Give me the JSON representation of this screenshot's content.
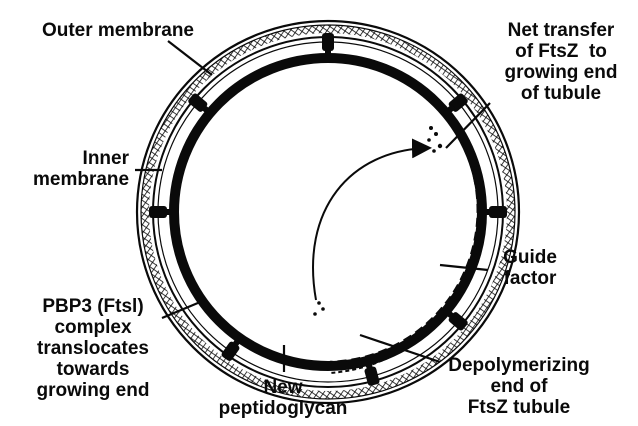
{
  "labels": {
    "outer_membrane": "Outer membrane",
    "inner_membrane": "Inner\nmembrane",
    "net_transfer": "Net transfer\nof FtsZ  to\ngrowing end\nof tubule",
    "guide_factor": "Guide\nfactor",
    "pbp3": "PBP3 (Ftsl)\ncomplex\ntranslocates\ntowards\ngrowing end",
    "new_peptidoglycan": "New\npeptidoglycan",
    "depolymerizing": "Depolymerizing\nend of\nFtsZ tubule"
  },
  "colors": {
    "ink": "#0a0a0a",
    "paper": "#ffffff"
  }
}
